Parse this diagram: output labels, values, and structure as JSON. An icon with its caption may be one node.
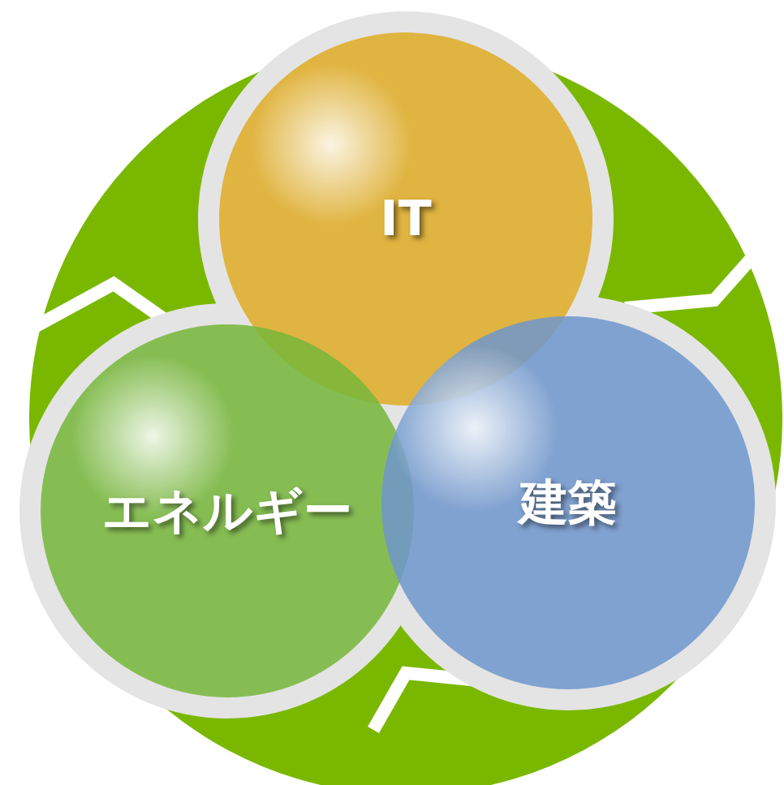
{
  "diagram": {
    "nodes": [
      {
        "text": [
          "IT"
        ]
      },
      {
        "text": [
          "エネルギー"
        ]
      },
      {
        "text": [
          "建築"
        ]
      }
    ]
  }
}
